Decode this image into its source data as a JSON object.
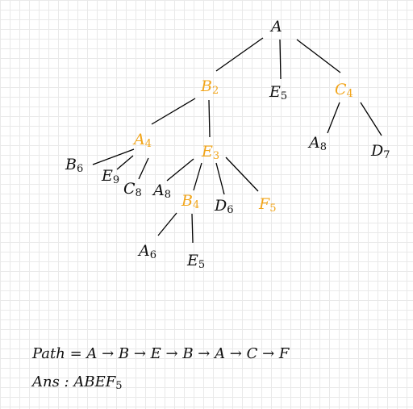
{
  "colors": {
    "highlight": "#f2a51a",
    "text": "#111111",
    "edge": "#000000",
    "grid": "#e9e9e9"
  },
  "tree": {
    "root": {
      "letter": "A",
      "sub": ""
    },
    "b2": {
      "letter": "B",
      "sub": "2"
    },
    "e5_top": {
      "letter": "E",
      "sub": "5"
    },
    "c4": {
      "letter": "C",
      "sub": "4"
    },
    "a4": {
      "letter": "A",
      "sub": "4"
    },
    "e3": {
      "letter": "E",
      "sub": "3"
    },
    "a8_right": {
      "letter": "A",
      "sub": "8"
    },
    "d7": {
      "letter": "D",
      "sub": "7"
    },
    "b6": {
      "letter": "B",
      "sub": "6"
    },
    "e9": {
      "letter": "E",
      "sub": "9"
    },
    "c8": {
      "letter": "C",
      "sub": "8"
    },
    "a8_mid": {
      "letter": "A",
      "sub": "8"
    },
    "b4": {
      "letter": "B",
      "sub": "4"
    },
    "d6": {
      "letter": "D",
      "sub": "6"
    },
    "f5": {
      "letter": "F",
      "sub": "5"
    },
    "a6": {
      "letter": "A",
      "sub": "6"
    },
    "e5_bottom": {
      "letter": "E",
      "sub": "5"
    }
  },
  "path_line": "Path = A → B → E → B → A → C → F",
  "answer": {
    "label": "Ans : ",
    "letters": "ABEF",
    "sub": "5"
  }
}
